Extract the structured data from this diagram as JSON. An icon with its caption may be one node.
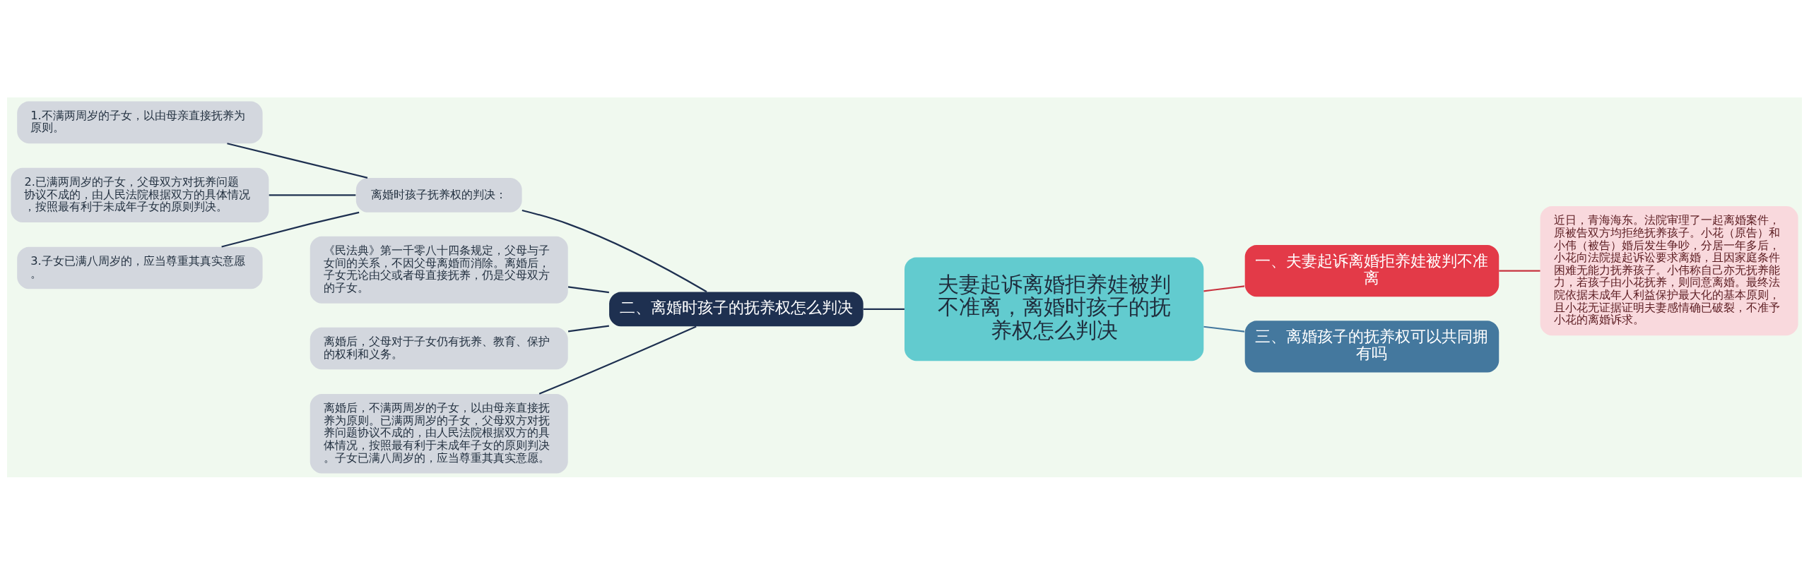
{
  "diagram": {
    "nodes": [
      {
        "text": [
          "夫妻起诉离婚拒养娃被判不准离，离婚时孩子的抚养权怎么判决"
        ]
      },
      {
        "text": [
          "一、夫妻起诉离婚拒养娃被判不准离"
        ]
      },
      {
        "text": [
          "近日，青海海东。法院审理了一起离婚案件，原被告双方均拒绝抚养孩子。小花（原告）和小伟（被告）婚后发生争吵，分居一年多后，小花向法院提起诉讼要求离婚，且因家庭条件困难无能力抚养孩子。小伟称自己亦无抚养能力，若孩子由小花抚养，则同意离婚。最终法院依据未成年人利益保护最大化的基本原则，且小花无证据证明夫妻感情确已破裂，不准予小花的离婚诉求。"
        ]
      },
      {
        "text": [
          "二、离婚时孩子的抚养权怎么判决"
        ]
      },
      {
        "text": [
          "离婚时孩子抚养权的判决："
        ]
      },
      {
        "text": [
          "1.不满两周岁的子女，以由母亲直接抚养为原则。"
        ]
      },
      {
        "text": [
          "2.已满两周岁的子女，父母双方对抚养问题协议不成的，由人民法院根据双方的具体情况，按照最有利于未成年子女的原则判决。"
        ]
      },
      {
        "text": [
          "3.子女已满八周岁的，应当尊重其真实意愿。"
        ]
      },
      {
        "text": [
          "《民法典》第一千零八十四条规定，父母与子女间的关系，不因父母离婚而消除。离婚后，子女无论由父或者母直接抚养，仍是父母双方的子女。"
        ]
      },
      {
        "text": [
          "离婚后，父母对于子女仍有抚养、教育、保护的权利和义务。"
        ]
      },
      {
        "text": [
          "离婚后，不满两周岁的子女，以由母亲直接抚养为原则。已满两周岁的子女，父母双方对抚养问题协议不成的，由人民法院根据双方的具体情况，按照最有利于未成年子女的原则判决。子女已满八周岁的，应当尊重其真实意愿。"
        ]
      },
      {
        "text": [
          "三、离婚孩子的抚养权可以共同拥有吗"
        ]
      }
    ],
    "edges": [
      {
        "from": 0,
        "to": 1,
        "arrow": "none",
        "color": "#c8333f"
      },
      {
        "from": 1,
        "to": 2,
        "arrow": "none",
        "color": "#c8333f"
      },
      {
        "from": 3,
        "to": 0,
        "arrow": "none"
      },
      {
        "from": 4,
        "to": 3,
        "arrow": "none"
      },
      {
        "from": 5,
        "to": 4,
        "arrow": "none"
      },
      {
        "from": 6,
        "to": 4,
        "arrow": "none"
      },
      {
        "from": 7,
        "to": 4,
        "arrow": "none"
      },
      {
        "from": 8,
        "to": 3,
        "arrow": "none"
      },
      {
        "from": 9,
        "to": 3,
        "arrow": "none"
      },
      {
        "from": 10,
        "to": 3,
        "arrow": "none"
      },
      {
        "from": 0,
        "to": 11,
        "arrow": "none",
        "color": "#44789e"
      }
    ]
  }
}
